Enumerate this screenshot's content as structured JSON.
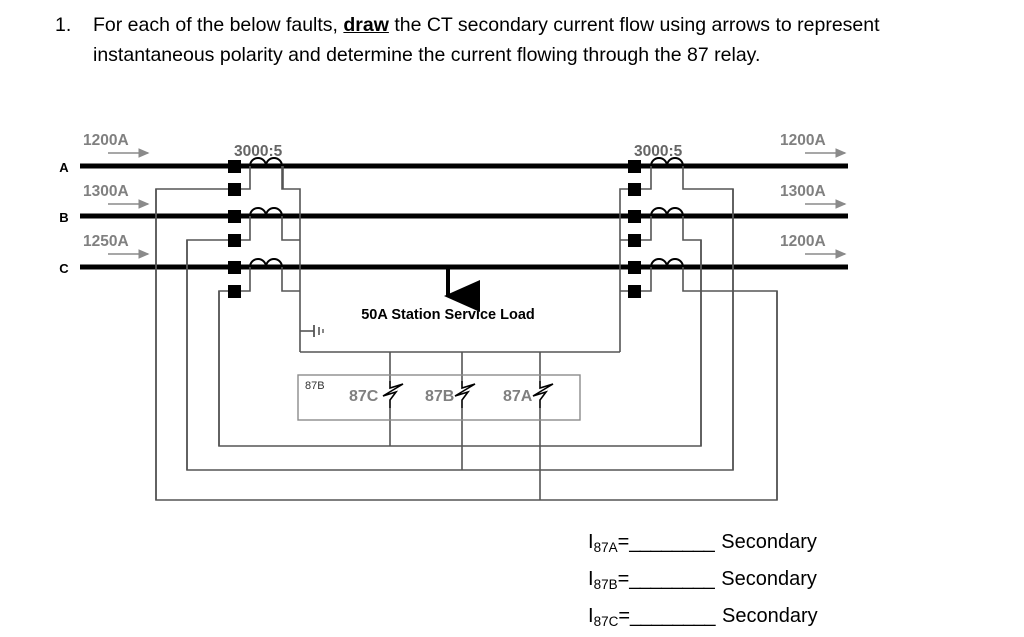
{
  "question": {
    "number": "1.",
    "text_before": "For each of the below faults, ",
    "emphasis": "draw",
    "text_after": " the CT secondary current flow using arrows to represent instantaneous polarity and determine the current flowing through the 87 relay."
  },
  "diagram": {
    "phase_labels": [
      "A",
      "B",
      "C"
    ],
    "left_ct_ratio": "3000:5",
    "right_ct_ratio": "3000:5",
    "left_currents": [
      "1200A",
      "1300A",
      "1250A"
    ],
    "right_currents": [
      "1200A",
      "1300A",
      "1200A"
    ],
    "load_label": "50A Station Service Load",
    "relay_box_label": "87B",
    "relay_elements": [
      "87C",
      "87B",
      "87A"
    ],
    "colors": {
      "label_gray": "#808080",
      "wire_gray": "#555555",
      "bus_black": "#000000",
      "box_gray": "#8c8c8c"
    }
  },
  "answers": [
    {
      "symbol": "I",
      "subscript": "87A",
      "equals": "=",
      "blank": "________",
      "unit": "Secondary"
    },
    {
      "symbol": "I",
      "subscript": "87B",
      "equals": "=",
      "blank": "________",
      "unit": "Secondary"
    },
    {
      "symbol": "I",
      "subscript": "87C",
      "equals": "=",
      "blank": "________",
      "unit": "Secondary"
    }
  ]
}
